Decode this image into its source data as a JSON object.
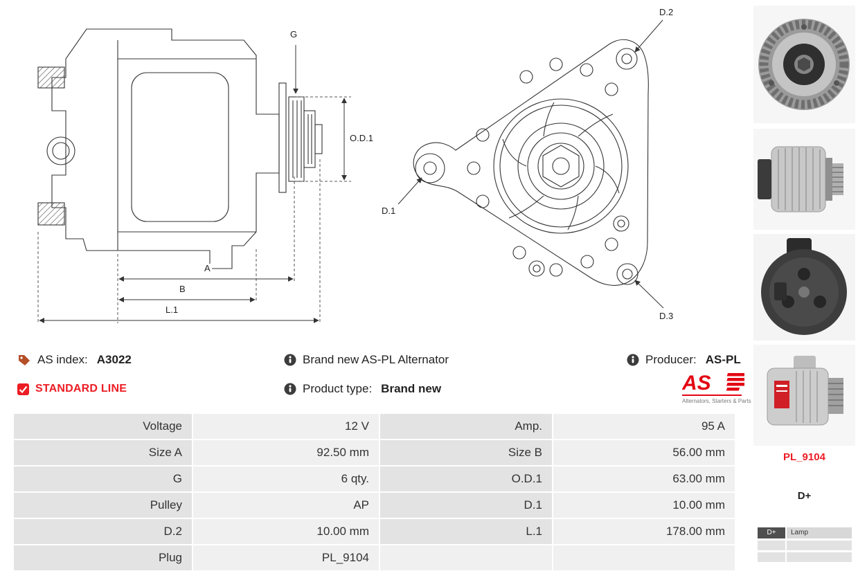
{
  "drawings": {
    "side": {
      "g": "G",
      "od1": "O.D.1",
      "a": "A",
      "b": "B",
      "l1": "L.1"
    },
    "front": {
      "d1": "D.1",
      "d2": "D.2",
      "d3": "D.3"
    }
  },
  "info": {
    "as_index_label": "AS index:",
    "as_index_value": "A3022",
    "standard_line_label": "STANDARD LINE",
    "brand_new_text": "Brand new AS-PL Alternator",
    "product_type_label": "Product type:",
    "product_type_value": "Brand new",
    "producer_label": "Producer:",
    "producer_value": "AS-PL",
    "logo_text": "AS",
    "logo_caption": "Alternators, Starters & Parts"
  },
  "spec_table": {
    "rows": [
      {
        "label1": "Voltage",
        "value1": "12 V",
        "label2": "Amp.",
        "value2": "95 A"
      },
      {
        "label1": "Size A",
        "value1": "92.50 mm",
        "label2": "Size B",
        "value2": "56.00 mm"
      },
      {
        "label1": "G",
        "value1": "6 qty.",
        "label2": "O.D.1",
        "value2": "63.00 mm"
      },
      {
        "label1": "Pulley",
        "value1": "AP",
        "label2": "D.1",
        "value2": "10.00 mm"
      },
      {
        "label1": "D.2",
        "value1": "10.00 mm",
        "label2": "L.1",
        "value2": "178.00 mm"
      },
      {
        "label1": "Plug",
        "value1": "PL_9104",
        "label2": "",
        "value2": ""
      }
    ]
  },
  "sidebar": {
    "plug_code": "PL_9104",
    "terminal_label": "D+",
    "pin_table": {
      "pin": "D+",
      "function": "Lamp"
    },
    "photos": [
      "alternator-front-photo",
      "alternator-side-photo",
      "alternator-rear-photo",
      "alternator-angled-photo"
    ]
  },
  "colors": {
    "accent_red": "#e30613",
    "standard_line_red": "#ed1c24",
    "info_icon": "#3c3c3c",
    "tag_icon": "#b44f27"
  }
}
